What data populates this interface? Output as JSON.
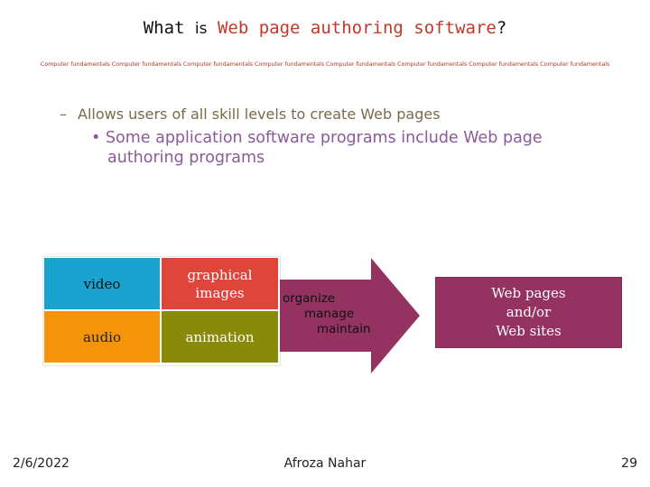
{
  "title": {
    "pre": "What",
    "is": "is",
    "accent": "Web page authoring software",
    "post": "?"
  },
  "ticker": "Computer fundamentals Computer fundamentals Computer fundamentals Computer fundamentals Computer fundamentals Computer fundamentals Computer fundamentals Computer fundamentals",
  "bullets": {
    "dash": "–",
    "level1": "Allows users of all skill levels to create Web pages",
    "dot": "•",
    "level2_line1": "Some application software programs include Web page",
    "level2_line2": "authoring programs"
  },
  "diagram": {
    "cells": {
      "video": "video",
      "graphical_line1": "graphical",
      "graphical_line2": "images",
      "audio": "audio",
      "animation": "animation"
    },
    "arrow": {
      "line1": "organize",
      "line2": "manage",
      "line3": "maintain"
    },
    "output": {
      "line1": "Web pages",
      "line2": "and/or",
      "line3": "Web sites"
    },
    "colors": {
      "video": "#1aa3cf",
      "graphical": "#e0453c",
      "audio": "#f5940a",
      "animation": "#8a8a0a",
      "arrow": "#943262",
      "output": "#943262"
    }
  },
  "footer": {
    "date": "2/6/2022",
    "author": "Afroza Nahar",
    "page": "29"
  }
}
